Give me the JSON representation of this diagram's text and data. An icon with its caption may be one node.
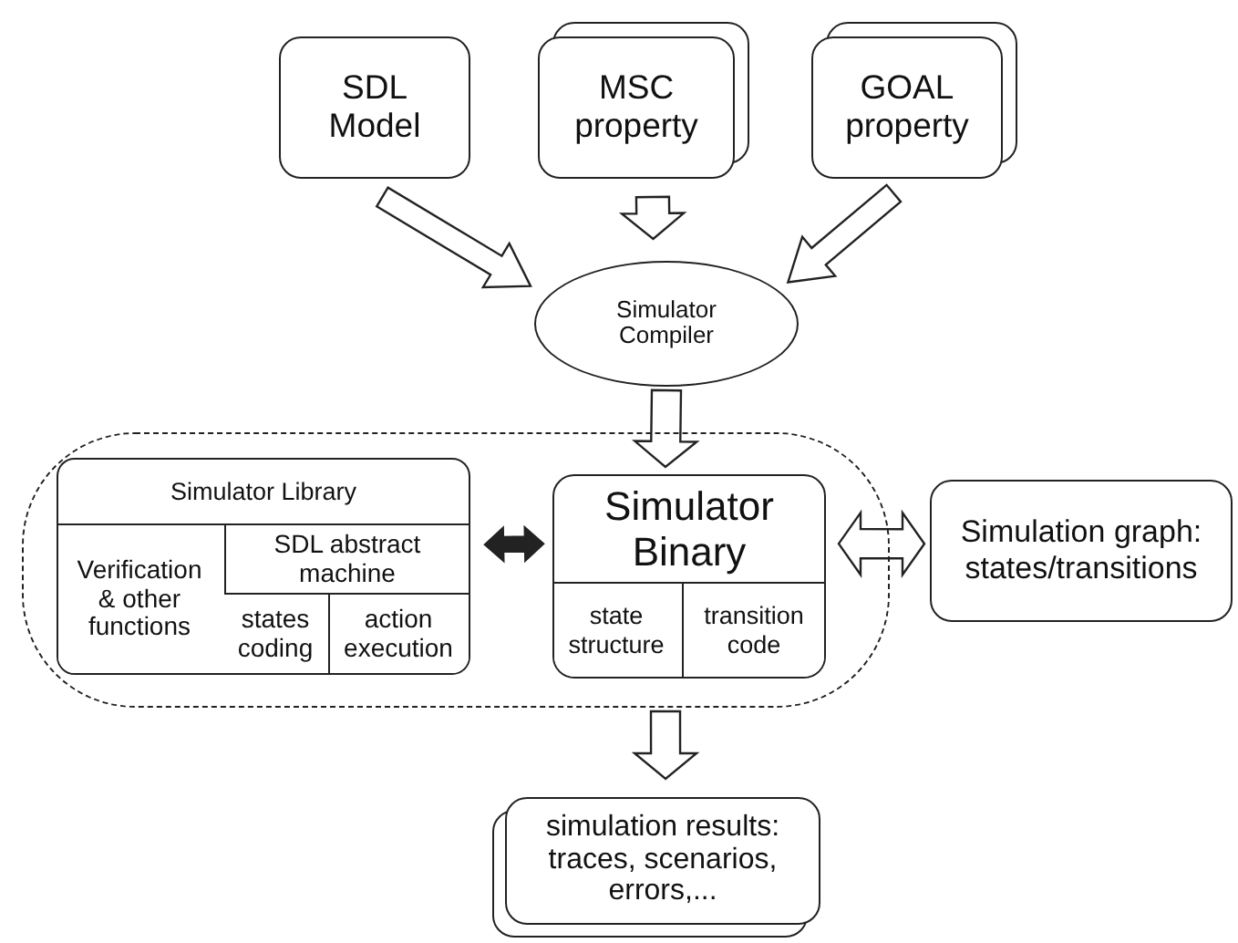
{
  "diagram": {
    "nodes": [
      {
        "text": [
          "SDL Model"
        ]
      },
      {
        "text": [
          "MSC property"
        ]
      },
      {
        "text": [
          "GOAL property"
        ]
      },
      {
        "text": [
          "Simulator Compiler"
        ]
      },
      {
        "text": [],
        "shape": "box"
      },
      {
        "text": [
          "Simulator Library"
        ],
        "in": 4
      },
      {
        "text": [
          "Verification & other functions"
        ],
        "in": 5
      },
      {
        "text": [
          "SDL abstract machine"
        ],
        "in": 5
      },
      {
        "text": [
          "states coding"
        ],
        "in": 7
      },
      {
        "text": [
          "action execution"
        ],
        "in": 7
      },
      {
        "text": [
          "Simulator Binary"
        ],
        "in": 4
      },
      {
        "text": [
          "state structure"
        ],
        "in": 10
      },
      {
        "text": [
          "transition code"
        ],
        "in": 10
      },
      {
        "text": [
          "Simulation graph: states/transitions"
        ]
      },
      {
        "text": [
          "simulation results: traces, scenarios, errors,..."
        ]
      }
    ],
    "edges": [
      {
        "from": 0,
        "to": 3,
        "arrow": "to"
      },
      {
        "from": 1,
        "to": 3,
        "arrow": "to"
      },
      {
        "from": 2,
        "to": 3,
        "arrow": "to"
      },
      {
        "from": 3,
        "to": 10,
        "arrow": "to"
      },
      {
        "from": 5,
        "to": 10,
        "arrow": "both",
        "style": "thick"
      },
      {
        "from": 10,
        "to": 13,
        "arrow": "both"
      },
      {
        "from": 4,
        "to": 14,
        "arrow": "to"
      }
    ]
  }
}
